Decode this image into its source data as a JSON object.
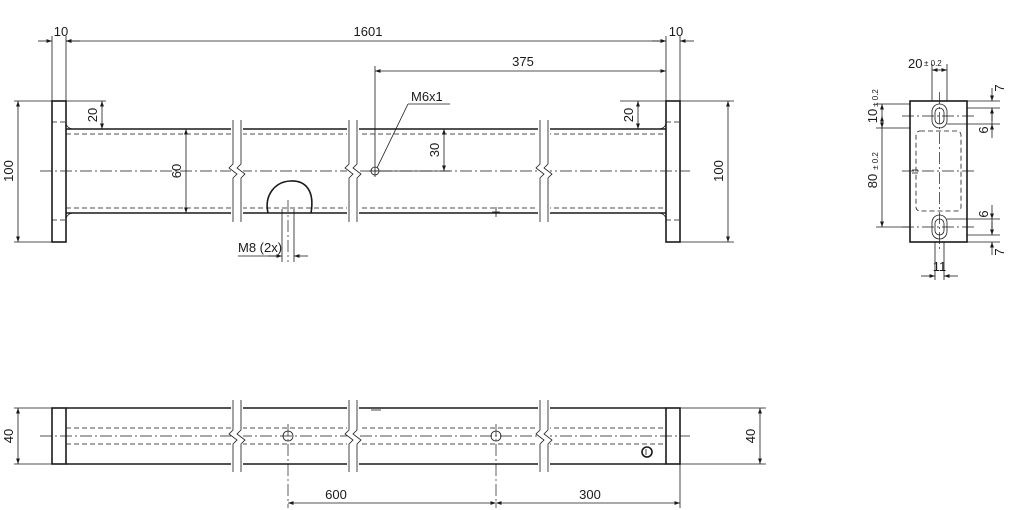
{
  "drawing": {
    "front_view": {
      "overall_length": "1601",
      "left_flange_thickness": "10",
      "right_flange_thickness": "10",
      "hole_offset": "375",
      "flange_height_left": "100",
      "flange_height_right": "100",
      "tube_offset_left": "20",
      "tube_offset_right": "20",
      "tube_height": "60",
      "hole_height": "30",
      "thread_callout": "M6x1",
      "thread_callout_2": "M8 (2x)"
    },
    "side_view": {
      "width": "20",
      "width_tol": "± 0.2",
      "slot_height": "10",
      "slot_height_tol": "± 0.2",
      "slot_spacing": "80",
      "slot_spacing_tol": "± 0.2",
      "top_edge": "7",
      "bottom_edge": "7",
      "slot_inner_top": "6",
      "slot_inner_bottom": "6",
      "bottom_width": "11"
    },
    "bottom_view": {
      "height_left": "40",
      "height_right": "40",
      "hole_spacing": "600",
      "end_distance": "300"
    }
  }
}
